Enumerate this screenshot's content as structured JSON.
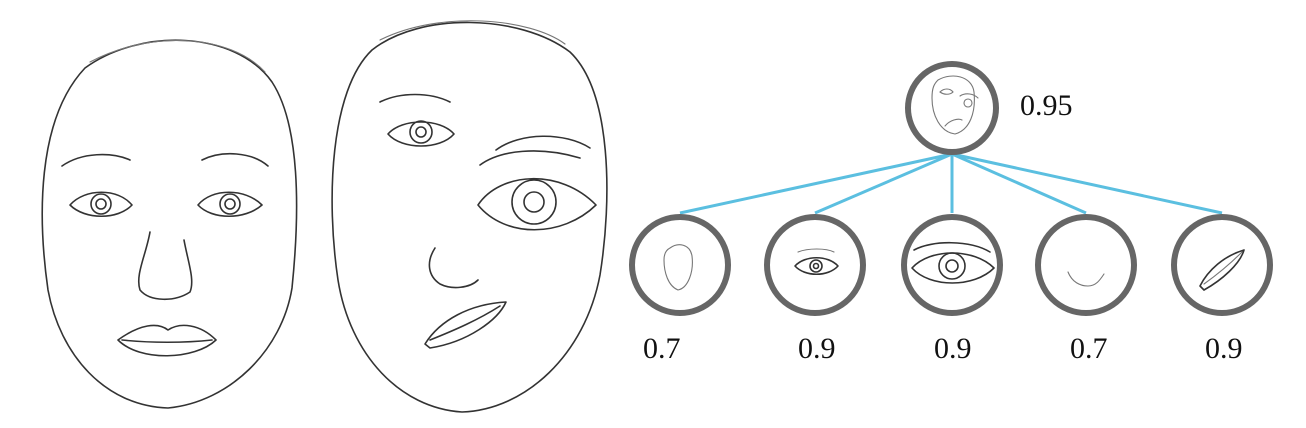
{
  "tree": {
    "root_score": "0.95",
    "children": [
      {
        "part": "face-outline",
        "score": "0.7"
      },
      {
        "part": "eye",
        "score": "0.9"
      },
      {
        "part": "large-eye",
        "score": "0.9"
      },
      {
        "part": "nose",
        "score": "0.7"
      },
      {
        "part": "lips",
        "score": "0.9"
      }
    ]
  },
  "colors": {
    "edge": "#5bbfe0",
    "ring": "#666666",
    "sketch": "#333333"
  }
}
